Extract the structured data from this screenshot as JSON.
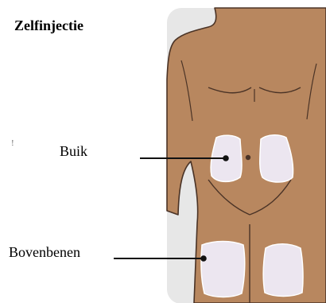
{
  "title": "Zelfinjectie",
  "labels": {
    "abdomen": "Buik",
    "thighs": "Bovenbenen"
  },
  "stray_mark": "!",
  "colors": {
    "panel": "#e7e7e7",
    "skin": "#b8875f",
    "skin_line": "#4a3326",
    "injection_zone": "#ece6f0",
    "leader_line": "#111111"
  }
}
